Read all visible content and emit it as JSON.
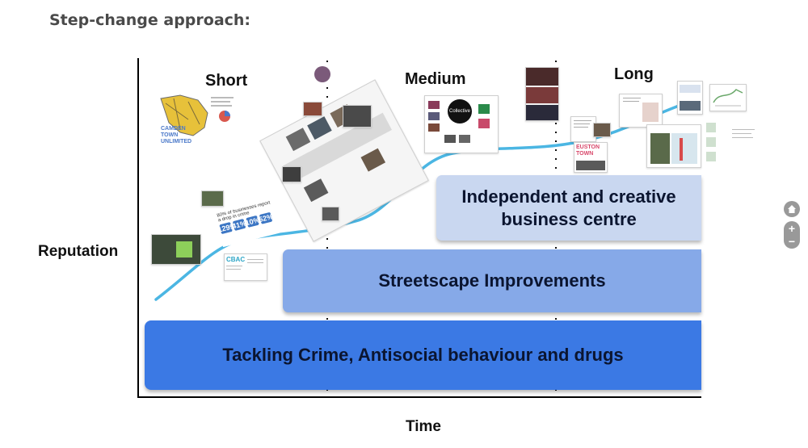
{
  "slide": {
    "title": "Step-change approach:",
    "y_axis_label": "Reputation",
    "x_axis_label": "Time",
    "phases": [
      "Short",
      "Medium",
      "Long"
    ],
    "bands": {
      "crime": "Tackling Crime, Antisocial behaviour and drugs",
      "streetscape": "Streetscape Improvements",
      "business_line1": "Independent and creative",
      "business_line2": "business centre"
    },
    "thumbnail_text": {
      "camden_line1": "CAMDEN",
      "camden_line2": "TOWN",
      "camden_line3": "UNLIMITED",
      "crime_stat": "80% of businesses report a drop in crime",
      "stat_values": [
        "1299",
        "41%",
        "10%",
        "52%"
      ],
      "cbac": "CBAC",
      "collective": "Collective",
      "euston_line1": "EUSTON",
      "euston_line2": "TOWN"
    }
  },
  "viewer_controls": {
    "home_icon": "home-icon",
    "zoom_in": "+",
    "zoom_out": "−"
  },
  "colors": {
    "crime_band": "#3b79e4",
    "streetscape_band": "#86a9e8",
    "business_band": "#c9d7f0",
    "curve": "#4bb6e3"
  }
}
